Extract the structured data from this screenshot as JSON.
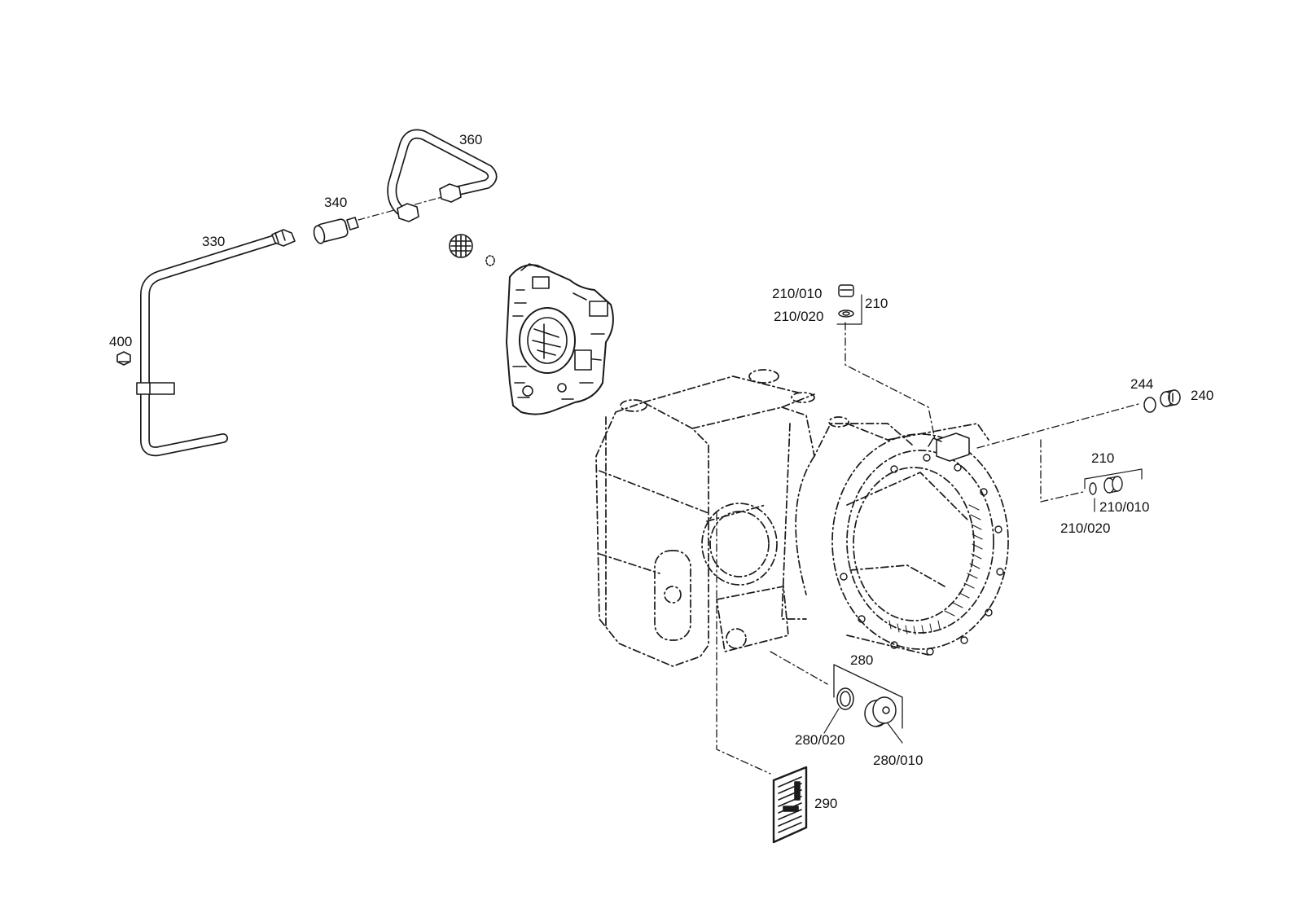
{
  "diagram": {
    "type": "exploded-parts-diagram",
    "line_color": "#1a1a1a",
    "background": "#ffffff",
    "callouts": {
      "c360": "360",
      "c340": "340",
      "c330": "330",
      "c400": "400",
      "c210_010_top": "210/010",
      "c210_020_top": "210/020",
      "c210_top": "210",
      "c244": "244",
      "c240": "240",
      "c210_right": "210",
      "c210_010_right": "210/010",
      "c210_020_right": "210/020",
      "c280": "280",
      "c280_020": "280/020",
      "c280_010": "280/010",
      "c290": "290"
    }
  }
}
